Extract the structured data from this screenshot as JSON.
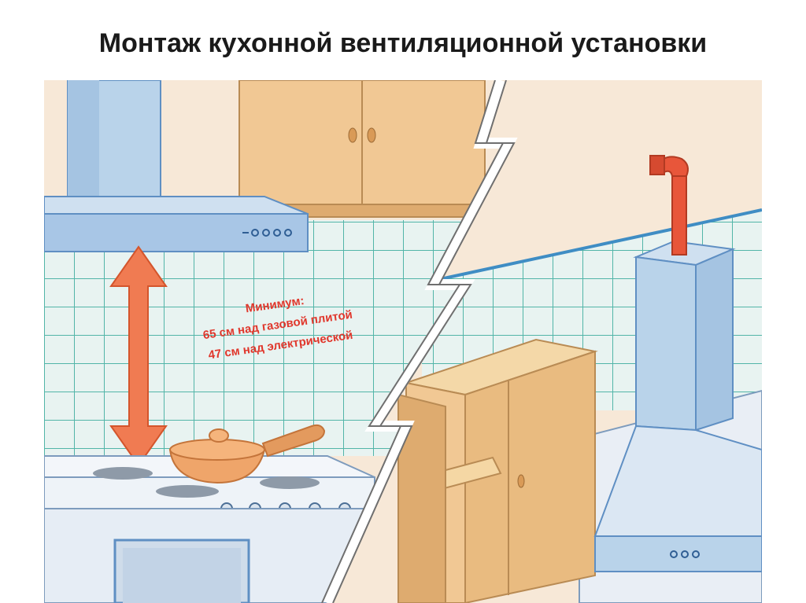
{
  "slide": {
    "title": "Монтаж кухонной вентиляционной установки"
  },
  "diagram": {
    "note": {
      "line1": "Минимум:",
      "line2": "65 см над газовой плитой",
      "line3": "47 см над электрической"
    },
    "colors": {
      "wall": "#f7e8d7",
      "tile": "#e8f3f1",
      "grout": "#52b5a8",
      "cabinet": "#f1c894",
      "hood": "#b9d3ea",
      "hood_edge": "#5f8fc3",
      "arrow": "#f07b52",
      "pipe": "#e8563a",
      "stove": "#eef3f8",
      "pan": "#efa56a",
      "text_red": "#e0372c"
    },
    "icons": [
      "double-arrow-icon",
      "lightning-divider-icon",
      "knob-icon"
    ]
  }
}
